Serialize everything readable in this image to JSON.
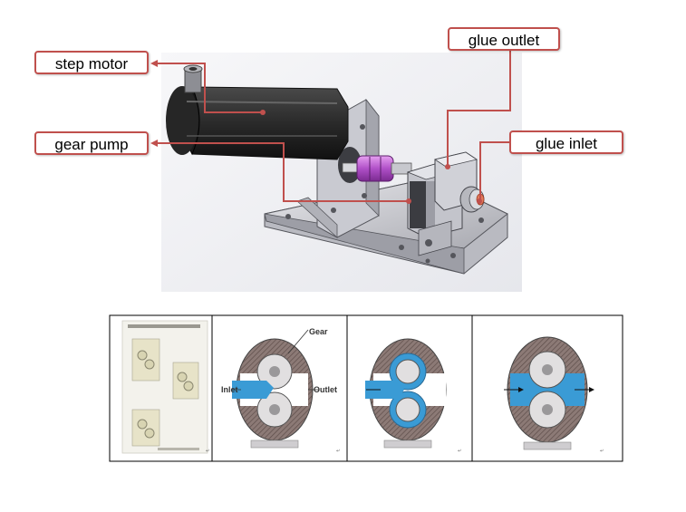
{
  "callouts": {
    "step_motor": "step motor",
    "gear_pump": "gear pump",
    "glue_outlet": "glue outlet",
    "glue_inlet": "glue inlet"
  },
  "diagram_labels": {
    "gear": "Gear",
    "inlet": "Inlet",
    "outlet": "Outlet"
  },
  "colors": {
    "callout_border": "#c0504d",
    "fluid": "#3a9bd5",
    "coupling": "#c060d0"
  }
}
